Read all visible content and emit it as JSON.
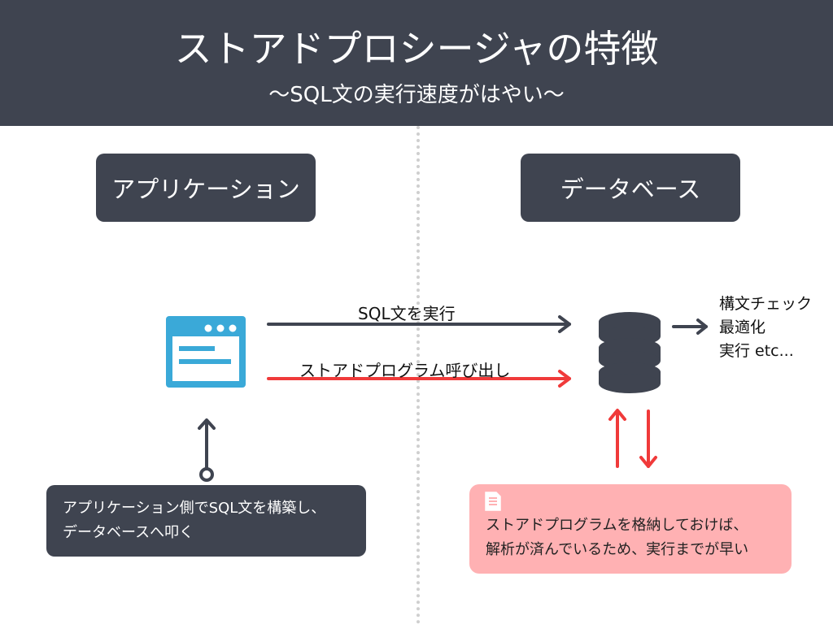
{
  "header": {
    "title": "ストアドプロシージャの特徴",
    "subtitle": "〜SQL文の実行速度がはやい〜"
  },
  "app_label": "アプリケーション",
  "db_label": "データベース",
  "arrows": {
    "sql_exec": "SQL文を実行",
    "stored_program_call": "ストアドプログラム呼び出し"
  },
  "db_notes": [
    "構文チェック",
    "最適化",
    "実行 etc..."
  ],
  "app_note": {
    "line1": "アプリケーション側でSQL文を構築し、",
    "line2": "データベースへ叩く"
  },
  "db_note": {
    "line1": "ストアドプログラムを格納しておけば、",
    "line2": "解析が済んでいるため、実行までが早い"
  },
  "icons": {
    "app": "app-window-icon",
    "database": "database-icon",
    "note": "document-icon"
  },
  "colors": {
    "dark": "#3f4450",
    "red": "#f03a3a",
    "app_icon": "#3aa9d8",
    "pink": "#ffb1b3"
  }
}
